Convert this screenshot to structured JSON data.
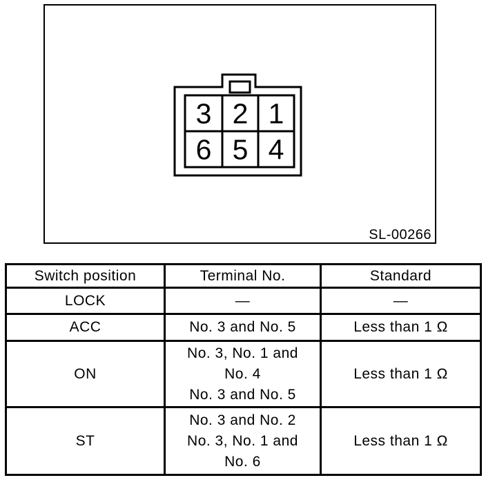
{
  "figure": {
    "code": "SL-00266",
    "connector": {
      "cells": [
        "3",
        "2",
        "1",
        "6",
        "5",
        "4"
      ]
    }
  },
  "table": {
    "headers": [
      "Switch position",
      "Terminal No.",
      "Standard"
    ],
    "rows": [
      {
        "position": "LOCK",
        "terminals": "—",
        "standard": "—"
      },
      {
        "position": "ACC",
        "terminals": "No. 3 and No. 5",
        "standard": "Less than 1 Ω"
      },
      {
        "position": "ON",
        "terminals": "No. 3, No. 1 and\nNo. 4\nNo. 3 and No. 5",
        "standard": "Less than 1 Ω"
      },
      {
        "position": "ST",
        "terminals": "No. 3 and No. 2\nNo. 3, No. 1 and\nNo. 6",
        "standard": "Less than 1 Ω"
      }
    ]
  },
  "colors": {
    "ink": "#000000",
    "paper": "#ffffff"
  }
}
